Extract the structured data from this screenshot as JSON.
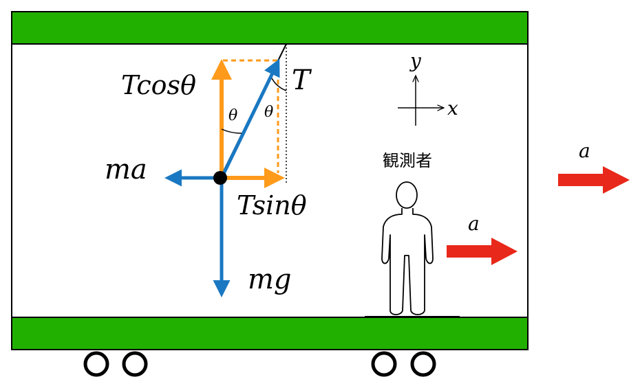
{
  "labels": {
    "tension": "T",
    "tension_vertical_prefix": "Tcos",
    "tension_horizontal_prefix": "Tsin",
    "theta": "θ",
    "inertial_force": "ma",
    "gravity": "mg",
    "axis_x": "x",
    "axis_y": "y",
    "observer": "観測者",
    "acceleration_outside": "a",
    "acceleration_inside": "a"
  },
  "colors": {
    "car_body": "#22b000",
    "force_blue": "#1a78c2",
    "component_orange": "#ff9a1a",
    "acceleration_red": "#e8281a",
    "outline": "#000000"
  },
  "icons": {
    "observer": "person-outline-icon",
    "wheel": "wheel-circle-icon"
  }
}
